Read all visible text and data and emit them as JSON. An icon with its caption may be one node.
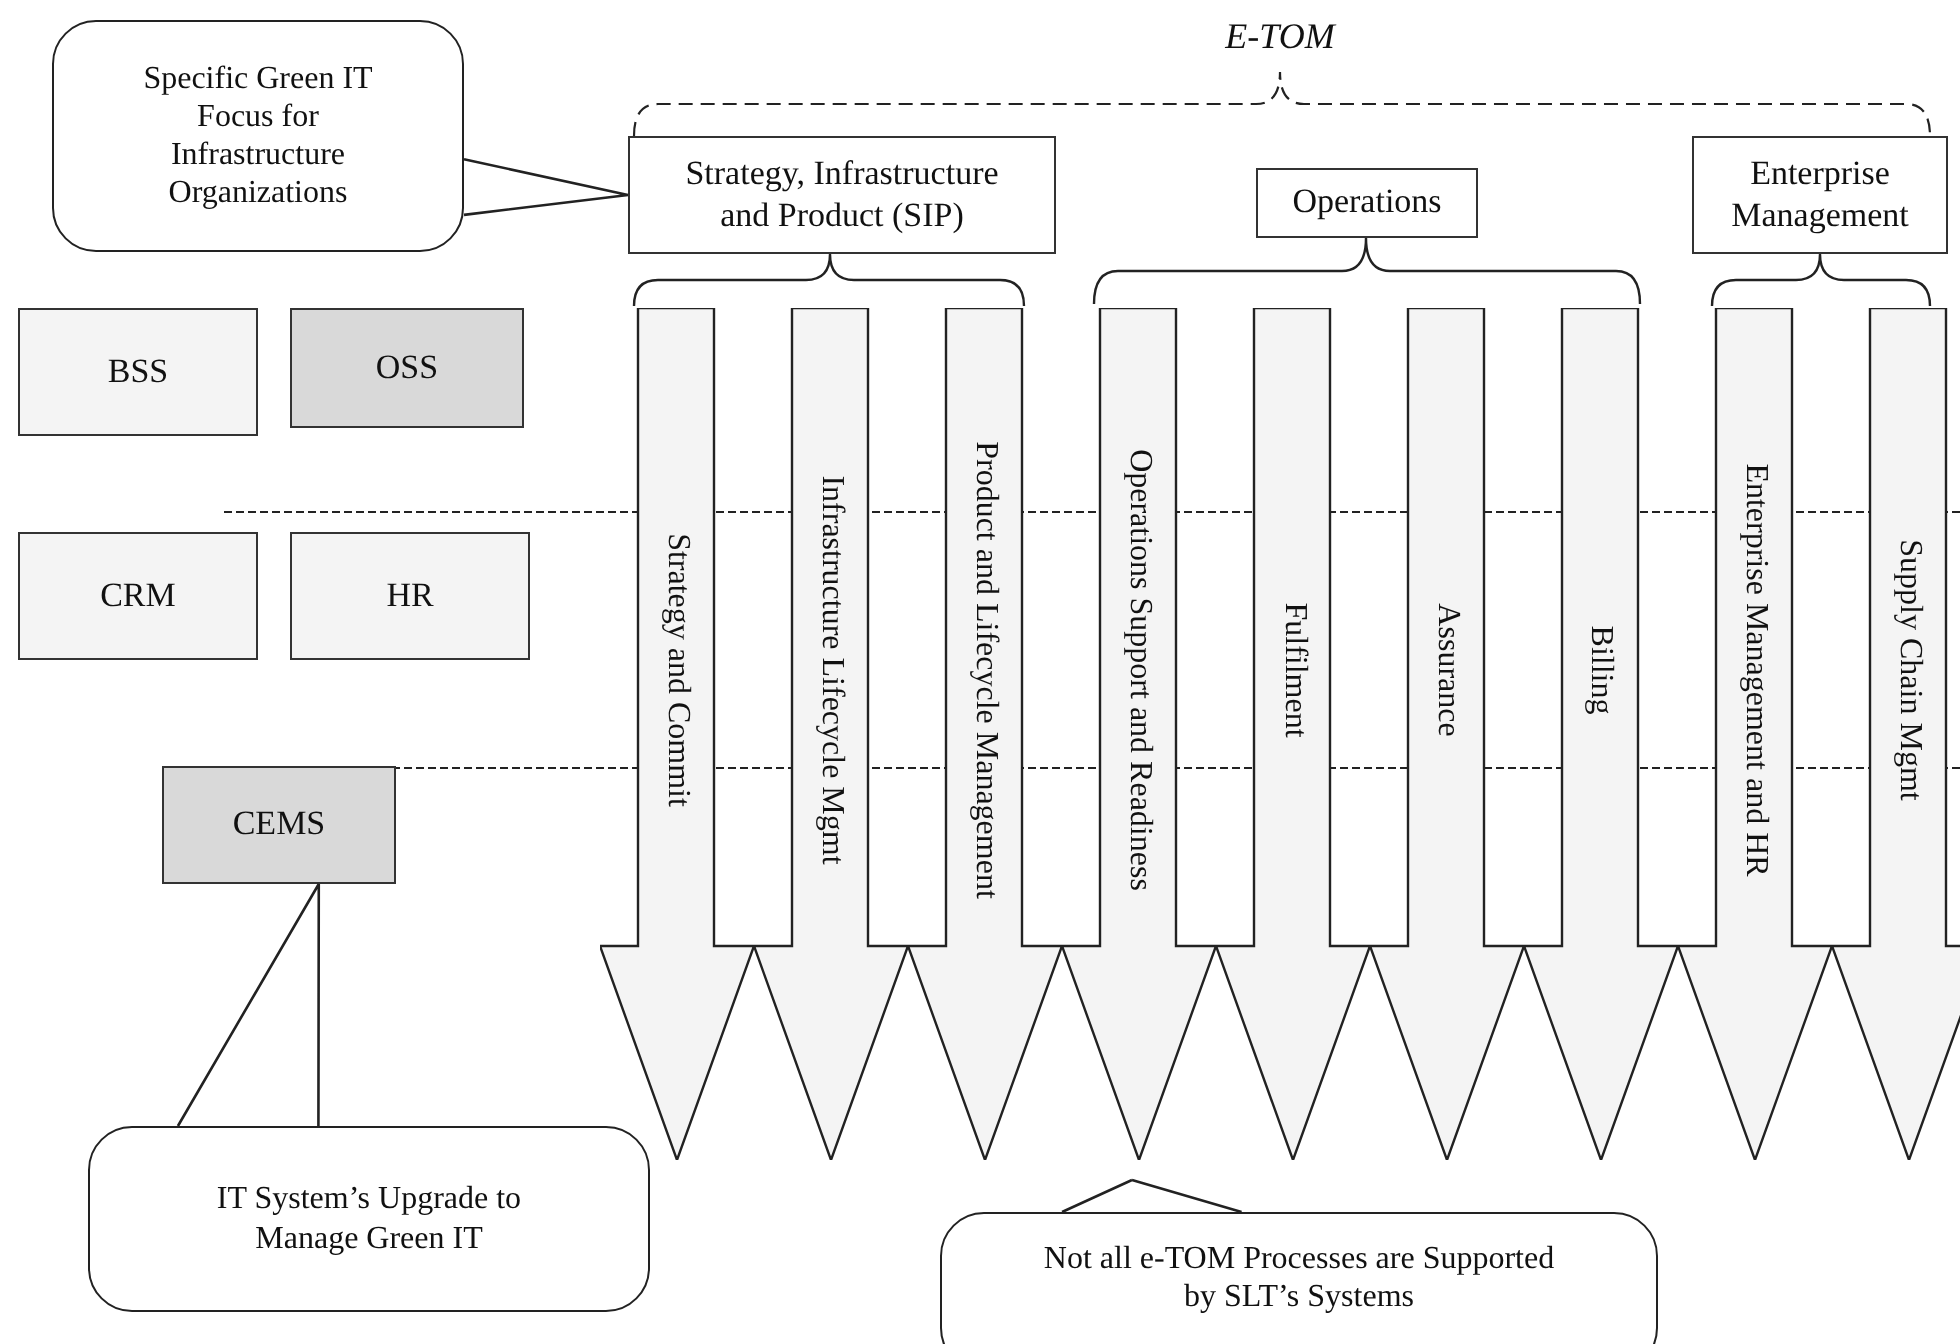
{
  "diagram": {
    "nodes": [
      {
        "text": [
          "Specific Green IT Focus for Infrastructure Organizations"
        ]
      },
      {
        "text": [
          "Strategy, Infrastructure and Product (SIP)"
        ]
      },
      {
        "text": [
          "Operations"
        ]
      },
      {
        "text": [
          "Enterprise Management"
        ]
      },
      {
        "text": [
          "BSS"
        ]
      },
      {
        "text": [
          "OSS"
        ]
      },
      {
        "text": [
          "CRM"
        ]
      },
      {
        "text": [
          "HR"
        ]
      },
      {
        "text": [
          "CEMS"
        ]
      },
      {
        "text": [
          "Strategy and Commit"
        ]
      },
      {
        "text": [
          "Infrastructure Lifecycle Mgmt"
        ]
      },
      {
        "text": [
          "Product and Lifecycle Management"
        ]
      },
      {
        "text": [
          "Operations Support and Readiness"
        ]
      },
      {
        "text": [
          "Fulfilment"
        ]
      },
      {
        "text": [
          "Assurance"
        ]
      },
      {
        "text": [
          "Billing"
        ]
      },
      {
        "text": [
          "Enterprise Management and HR"
        ]
      },
      {
        "text": [
          "Supply Chain Mgmt"
        ]
      },
      {
        "text": [
          "IT System’s Upgrade to Manage Green IT"
        ]
      },
      {
        "text": [
          "Not all e-TOM Processes are Supported by SLT’s Systems"
        ]
      }
    ],
    "edges": [
      {
        "from": 0,
        "to": 1,
        "arrow": "none"
      },
      {
        "from": 18,
        "to": 8,
        "arrow": "none"
      },
      {
        "from": 19,
        "to": null,
        "arrow": "none"
      }
    ],
    "labels": [
      "E-TOM"
    ]
  }
}
